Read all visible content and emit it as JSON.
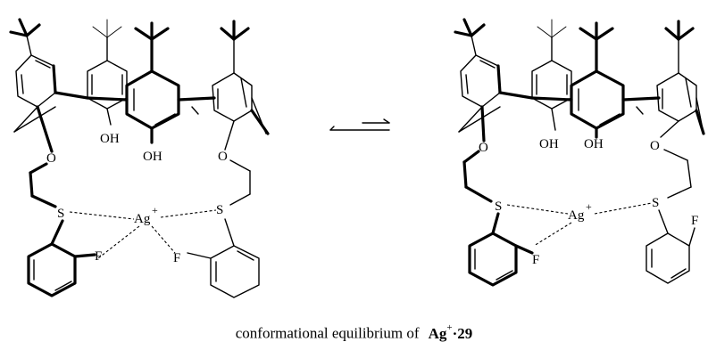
{
  "labels": {
    "oxygen": "O",
    "hydroxyl": "OH",
    "sulfur": "S",
    "fluorine": "F",
    "silver": "Ag",
    "charge": "+"
  },
  "caption": {
    "prefix": "conformational equilibrium of",
    "compound_ion": "Ag",
    "compound_charge": "+",
    "compound_suffix": "·29"
  }
}
